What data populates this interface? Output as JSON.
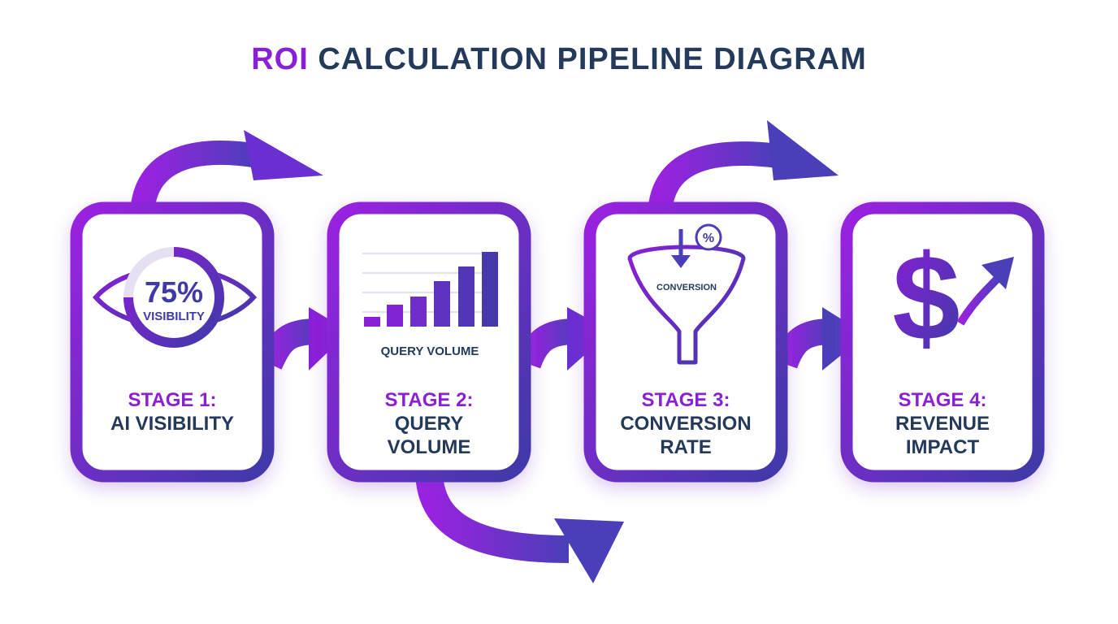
{
  "title": {
    "accent": "ROI",
    "rest": "CALCULATION PIPELINE DIAGRAM"
  },
  "colors": {
    "purple": "#8a1fd6",
    "indigo": "#4a3fb8",
    "navy": "#243a5a"
  },
  "stages": [
    {
      "number": "STAGE 1:",
      "name_line1": "AI VISIBILITY",
      "name_line2": "",
      "icon": "eye-gauge-icon",
      "icon_value": "75%",
      "icon_label": "VISIBILITY",
      "progress": 0.75
    },
    {
      "number": "STAGE 2:",
      "name_line1": "QUERY",
      "name_line2": "VOLUME",
      "icon": "bar-chart-icon",
      "icon_label": "QUERY VOLUME"
    },
    {
      "number": "STAGE 3:",
      "name_line1": "CONVERSION",
      "name_line2": "RATE",
      "icon": "funnel-icon",
      "icon_value": "%",
      "icon_label": "CONVERSION"
    },
    {
      "number": "STAGE 4:",
      "name_line1": "REVENUE",
      "name_line2": "IMPACT",
      "icon": "dollar-growth-icon",
      "icon_value": "$"
    }
  ]
}
